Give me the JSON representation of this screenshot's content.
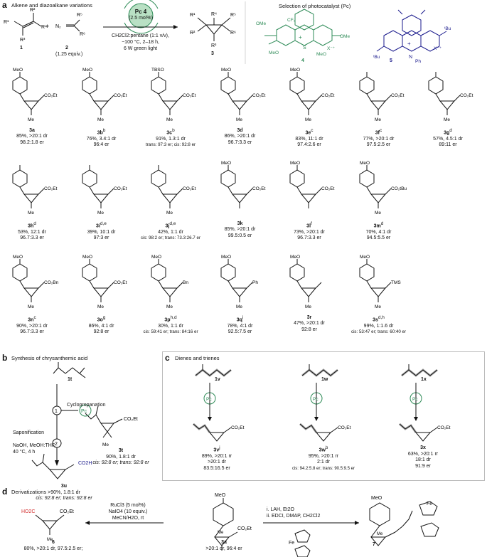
{
  "panel_a": {
    "letter": "a",
    "title": "Alkene and diazoalkane variations",
    "reactant1_label": "1",
    "reactant2_label": "2",
    "reactant2_equiv": "(1.25 equiv.)",
    "catalyst": "Pc 4",
    "catalyst_loading": "(2.5 mol%)",
    "conditions": [
      "CH2Cl2:pentane (1:1 v/v),",
      "−100 °C, 2–18 h,",
      "6 W green light"
    ],
    "product_label": "3",
    "pc_title": "Selection of photocatalyst (Pc)",
    "pc4_label": "4",
    "pc5_label": "5",
    "compounds": [
      {
        "id": "3a",
        "sup": "",
        "l1": "85%, >20:1 dr",
        "l2": "98.2:1.8 er",
        "top": "MeO",
        "right": "CO2Et",
        "bottom": "Me"
      },
      {
        "id": "3b",
        "sup": "b",
        "l1": "76%, 3.4:1 dr",
        "l2": "96:4 er",
        "top": "MeO",
        "right": "CO2Et",
        "bottom": "Me"
      },
      {
        "id": "3c",
        "sup": "b",
        "l1": "91%, 1.3:1 dr",
        "l2": "trans: 97:3 er; cis: 92:8 er",
        "top": "TBSO",
        "right": "CO2Et",
        "bottom": "Me"
      },
      {
        "id": "3d",
        "sup": "",
        "l1": "86%, >20:1 dr",
        "l2": "96.7:3.3 er",
        "top": "MeO",
        "right": "CO2Et",
        "bottom": "Me"
      },
      {
        "id": "3e",
        "sup": "c",
        "l1": "83%, 11:1 dr",
        "l2": "97.4:2.6 er",
        "top": "MeO",
        "right": "CO2Et",
        "bottom": "Me"
      },
      {
        "id": "3f",
        "sup": "c",
        "l1": "77%, >20:1 dr",
        "l2": "97.5:2.5 er",
        "top": "",
        "right": "CO2Et",
        "bottom": "Me"
      },
      {
        "id": "3g",
        "sup": "d",
        "l1": "57%, 4.5:1 dr",
        "l2": "89:11 er",
        "top": "",
        "right": "CO2Et",
        "bottom": "Me"
      },
      {
        "id": "3h",
        "sup": "d",
        "l1": "53%, 12:1 dr",
        "l2": "96.7:3.3 er",
        "top": "",
        "right": "CO2Et",
        "bottom": "Me"
      },
      {
        "id": "3i",
        "sup": "d,e",
        "l1": "39%, 10:1 dr",
        "l2": "97:3 er",
        "top": "",
        "right": "CO2Et",
        "bottom": "Me"
      },
      {
        "id": "3j",
        "sup": "d,e",
        "l1": "42%, 1:1 dr",
        "l2": "cis: 98:2 er; trans: 73.3:26.7 er",
        "top": "",
        "right": "CO2Et",
        "bottom": "Me"
      },
      {
        "id": "3k",
        "sup": "",
        "l1": "85%, >20:1 dr",
        "l2": "99.5:0.5 er",
        "top": "MeO",
        "right": "CO2Et",
        "bottom": ""
      },
      {
        "id": "3l",
        "sup": "f",
        "l1": "73%, >20:1 dr",
        "l2": "96.7:3.3 er",
        "top": "MeO",
        "right": "CO2Et",
        "bottom": ""
      },
      {
        "id": "3m",
        "sup": "d",
        "l1": "70%, 4:1 dr",
        "l2": "94.5:5.5 er",
        "top": "MeO",
        "right": "CO2tBu",
        "bottom": "Me"
      },
      {
        "id": "3n",
        "sup": "c",
        "l1": "90%, >20:1 dr",
        "l2": "96.7:3.3 er",
        "top": "MeO",
        "right": "CO2Bn",
        "bottom": "Me"
      },
      {
        "id": "3o",
        "sup": "g",
        "l1": "86%, 4:1 dr",
        "l2": "92:8 er",
        "top": "MeO",
        "right": "CO2Et",
        "bottom": "Me"
      },
      {
        "id": "3p",
        "sup": "h,d",
        "l1": "30%, 1:1 dr",
        "l2": "cis: 59:41 er; trans: 84:16 er",
        "top": "MeO",
        "right": "Bn",
        "bottom": "Me"
      },
      {
        "id": "3q",
        "sup": "i",
        "l1": "78%, 4:1 dr",
        "l2": "92.5:7.5 er",
        "top": "MeO",
        "right": "Ph",
        "bottom": "Me"
      },
      {
        "id": "3r",
        "sup": "",
        "l1": "47%, >20:1 dr",
        "l2": "92:8 er",
        "top": "MeO",
        "right": "",
        "bottom": "Me"
      },
      {
        "id": "3s",
        "sup": "d,h",
        "l1": "99%, 1:1.6 dr",
        "l2": "cis: 53:47 er; trans: 60:40 er",
        "top": "MeO",
        "right": "TMS",
        "bottom": "Me"
      }
    ]
  },
  "panel_b": {
    "letter": "b",
    "title": "Synthesis of chrysanthemic acid",
    "sm_label": "1t",
    "step1": "Cyclopropanation",
    "step2": "Saponification",
    "step2_conditions": [
      "NaOH, MeOH:THF,",
      "40 °C, 4 h"
    ],
    "int_label": "3t",
    "int_l1": "90%, 1.8:1 dr",
    "int_l2": "cis: 92:8 er; trans: 92:8 er",
    "prod_label": "3u",
    "prod_l1": ">90%, 1.8:1 dr",
    "prod_l2": "cis: 92:8 er; trans: 92:8 er",
    "co2h": "CO2H",
    "co2et": "CO2Et"
  },
  "panel_c": {
    "letter": "c",
    "title": "Dienes and trienes",
    "items": [
      {
        "sm": "1v",
        "prod": "3v",
        "sup": "j",
        "lines": [
          "89%, >20:1 rr",
          ">20:1 dr",
          "83.5:16.5 er"
        ]
      },
      {
        "sm": "1w",
        "prod": "3w",
        "sup": "b",
        "lines": [
          "95%, >20:1 rr",
          "2:1 dr",
          "cis: 94.2:5.8 er; trans: 90.5:9.5 er"
        ]
      },
      {
        "sm": "1x",
        "prod": "3x",
        "sup": "",
        "lines": [
          "63%, >20:1 rr",
          "18:1 dr",
          "91:9 er"
        ]
      }
    ],
    "pc": "Pc",
    "co2et": "CO2Et"
  },
  "panel_d": {
    "letter": "d",
    "title": "Derivatizations",
    "left_reagents": [
      "RuCl3 (5 mol%)",
      "NaIO4 (10 equiv.)",
      "MeCN/H2O, rt"
    ],
    "left_label": "6",
    "left_data": "80%, >20:1 dr, 97.5:2.5 er;",
    "center_label": "3a",
    "center_data": ">20:1 dr, 96:4 er",
    "right_reagents": [
      "i. LAH, Et2O",
      "ii. EDCI, DMAP, CH2Cl2"
    ],
    "right_label": "7",
    "ho2c": "HO2C",
    "co2et": "CO2Et",
    "fe": "Fe"
  },
  "colors": {
    "green": "#2e8b57",
    "blue": "#1a1a8c",
    "red": "#d32f2f",
    "gold": "#c9a227",
    "gray": "#aaaaaa"
  }
}
